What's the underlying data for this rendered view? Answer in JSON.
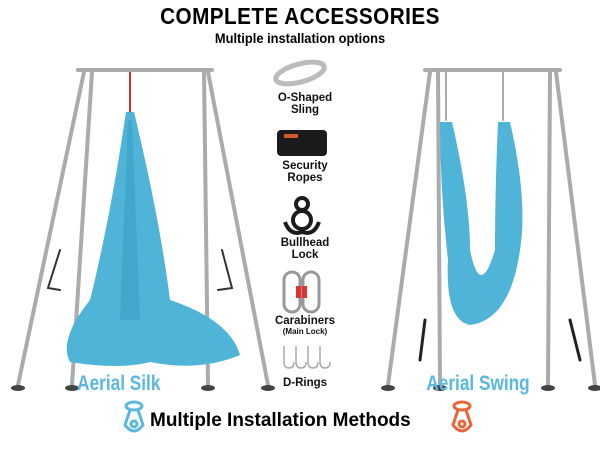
{
  "header": {
    "title": "COMPLETE ACCESSORIES",
    "subtitle": "Multiple installation options"
  },
  "accessories": [
    {
      "name": "O-Shaped Sling",
      "line1": "O-Shaped",
      "line2": "Sling",
      "icon": "sling-icon"
    },
    {
      "name": "Security Ropes",
      "line1": "Security",
      "line2": "Ropes",
      "icon": "ropes-icon"
    },
    {
      "name": "Bullhead Lock",
      "line1": "Bullhead",
      "line2": "Lock",
      "icon": "bullhead-lock-icon"
    },
    {
      "name": "Carabiners (Main Lock)",
      "line1": "Carabiners",
      "line2": "(Main Lock)",
      "icon": "carabiner-icon"
    },
    {
      "name": "D-Rings",
      "line1": "D-Rings",
      "icon": "d-ring-icon"
    }
  ],
  "setups": {
    "left": "Aerial Silk",
    "right": "Aerial Swing"
  },
  "footer": {
    "text": "Multiple Installation Methods"
  },
  "colors": {
    "fabric": "#4fb4d8",
    "label_blue": "#5ab7df",
    "accent_orange": "#e8663a",
    "frame": "#a9abae"
  }
}
